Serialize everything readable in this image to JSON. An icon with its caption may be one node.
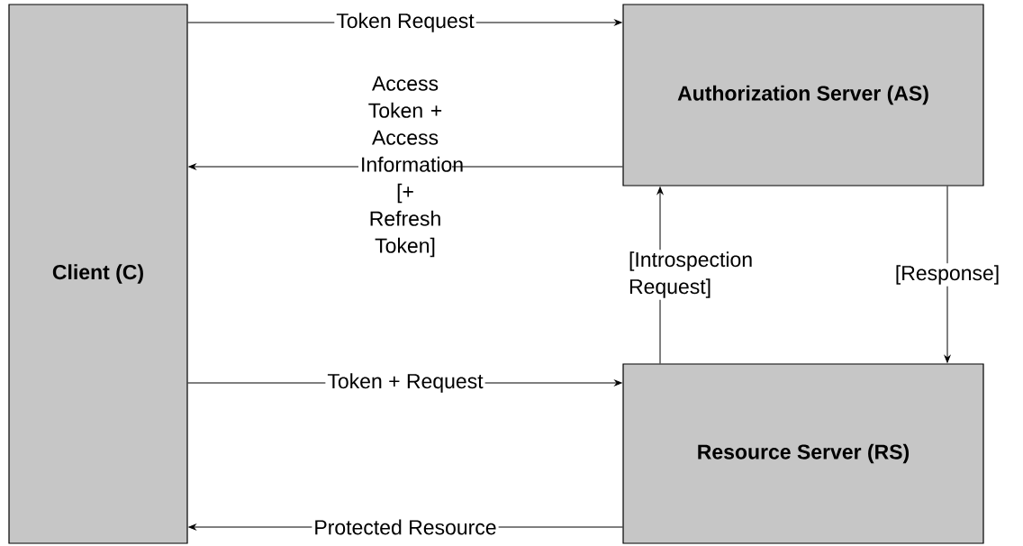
{
  "diagram": {
    "nodes": [
      {
        "text": [
          "Client (C)"
        ]
      },
      {
        "text": [
          "Authorization Server (AS)"
        ]
      },
      {
        "text": [
          "Resource Server (RS)"
        ]
      }
    ],
    "edges": [
      {
        "from": 0,
        "to": 1,
        "arrow": "to",
        "label": "Token Request"
      },
      {
        "from": 1,
        "to": 0,
        "arrow": "to",
        "label": "Access Token + Access Information [+ Refresh Token]"
      },
      {
        "from": 2,
        "to": 1,
        "arrow": "to",
        "label": "[Introspection Request]"
      },
      {
        "from": 1,
        "to": 2,
        "arrow": "to",
        "label": "[Response]"
      },
      {
        "from": 0,
        "to": 2,
        "arrow": "to",
        "label": "Token + Request"
      },
      {
        "from": 2,
        "to": 0,
        "arrow": "to",
        "label": "Protected Resource"
      }
    ]
  }
}
